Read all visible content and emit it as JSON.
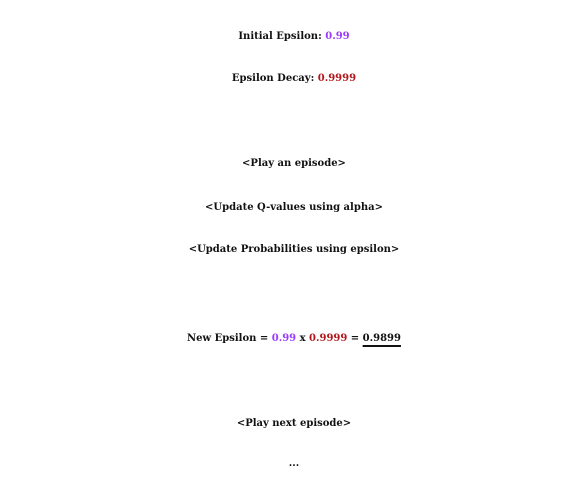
{
  "colors": {
    "purple": "#9b3bff",
    "red": "#b3171b",
    "text": "#111111"
  },
  "lines": {
    "initial_epsilon_label": "Initial Epsilon: ",
    "initial_epsilon_value": "0.99",
    "epsilon_decay_label": "Epsilon Decay: ",
    "epsilon_decay_value": "0.9999",
    "play_episode": "<Play an episode>",
    "update_q": "<Update Q-values using alpha>",
    "update_prob": "<Update Probabilities using epsilon>",
    "new_epsilon": {
      "label": "New Epsilon = ",
      "a": "0.99",
      "times": " x ",
      "b": "0.9999",
      "equals": " = ",
      "result": "0.9899"
    },
    "play_next": "<Play next episode>",
    "ellipsis": "..."
  }
}
